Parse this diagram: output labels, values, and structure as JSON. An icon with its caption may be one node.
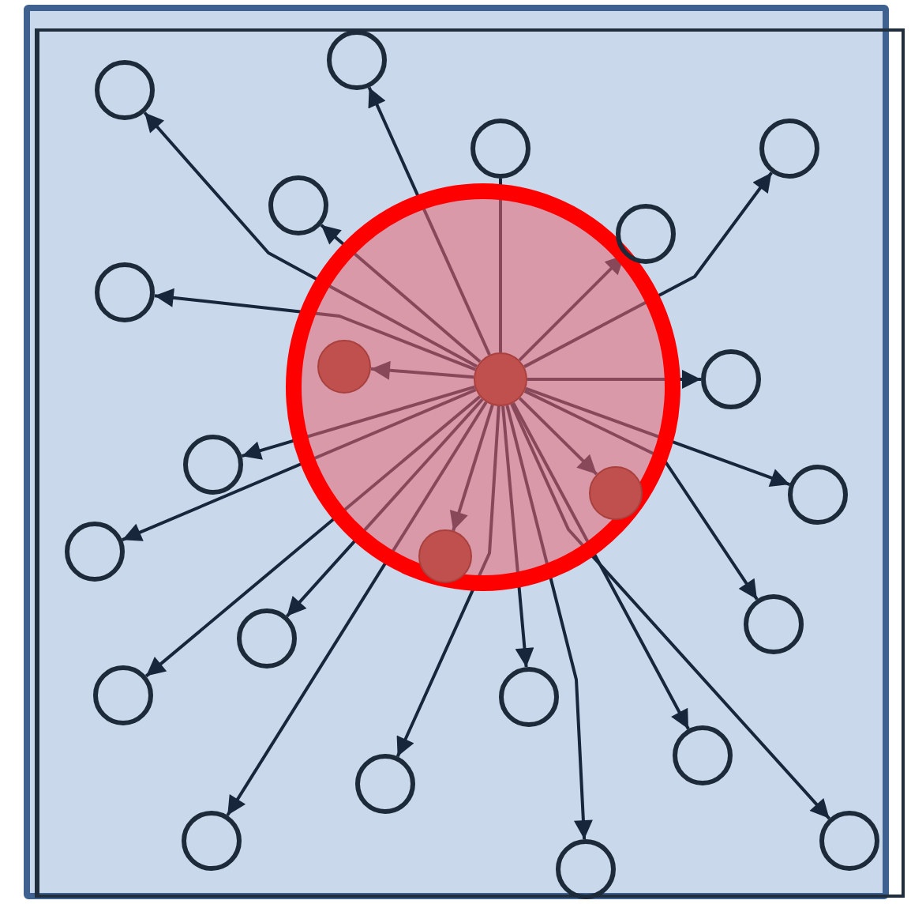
{
  "diagram": {
    "nodes": [
      {
        "text": [],
        "shape": "circle"
      },
      {
        "text": [],
        "shape": "circle"
      },
      {
        "text": [],
        "shape": "circle"
      },
      {
        "text": [],
        "shape": "circle"
      },
      {
        "text": [],
        "shape": "circle"
      },
      {
        "text": [],
        "shape": "circle"
      },
      {
        "text": [],
        "shape": "circle"
      },
      {
        "text": [],
        "shape": "circle"
      },
      {
        "text": [],
        "shape": "circle"
      },
      {
        "text": [],
        "shape": "circle"
      },
      {
        "text": [],
        "shape": "circle"
      },
      {
        "text": [],
        "shape": "circle"
      },
      {
        "text": [],
        "shape": "circle"
      },
      {
        "text": [],
        "shape": "circle"
      },
      {
        "text": [],
        "shape": "circle"
      },
      {
        "text": [],
        "shape": "circle"
      },
      {
        "text": [],
        "shape": "circle"
      },
      {
        "text": [],
        "shape": "circle"
      },
      {
        "text": [],
        "shape": "circle"
      },
      {
        "text": [],
        "shape": "circle"
      },
      {
        "text": [],
        "shape": "circle"
      },
      {
        "text": [],
        "shape": "circle"
      },
      {
        "text": [],
        "shape": "circle"
      },
      {
        "text": [],
        "shape": "circle"
      }
    ],
    "edges": [
      {
        "from": 8,
        "to": 0,
        "arrow": "to"
      },
      {
        "from": 8,
        "to": 1,
        "arrow": "to"
      },
      {
        "from": 8,
        "to": 2,
        "arrow": "none"
      },
      {
        "from": 8,
        "to": 3,
        "arrow": "to"
      },
      {
        "from": 8,
        "to": 4,
        "arrow": "to"
      },
      {
        "from": 8,
        "to": 5,
        "arrow": "to"
      },
      {
        "from": 8,
        "to": 6,
        "arrow": "to"
      },
      {
        "from": 8,
        "to": 7,
        "arrow": "to"
      },
      {
        "from": 8,
        "to": 9,
        "arrow": "to"
      },
      {
        "from": 8,
        "to": 10,
        "arrow": "to"
      },
      {
        "from": 8,
        "to": 11,
        "arrow": "to"
      },
      {
        "from": 8,
        "to": 12,
        "arrow": "to"
      },
      {
        "from": 8,
        "to": 13,
        "arrow": "to"
      },
      {
        "from": 8,
        "to": 14,
        "arrow": "to"
      },
      {
        "from": 8,
        "to": 15,
        "arrow": "to"
      },
      {
        "from": 8,
        "to": 16,
        "arrow": "to"
      },
      {
        "from": 8,
        "to": 17,
        "arrow": "to"
      },
      {
        "from": 8,
        "to": 18,
        "arrow": "to"
      },
      {
        "from": 8,
        "to": 19,
        "arrow": "to"
      },
      {
        "from": 8,
        "to": 20,
        "arrow": "to"
      },
      {
        "from": 8,
        "to": 21,
        "arrow": "to"
      },
      {
        "from": 8,
        "to": 22,
        "arrow": "to"
      },
      {
        "from": 8,
        "to": 23,
        "arrow": "to"
      }
    ]
  }
}
